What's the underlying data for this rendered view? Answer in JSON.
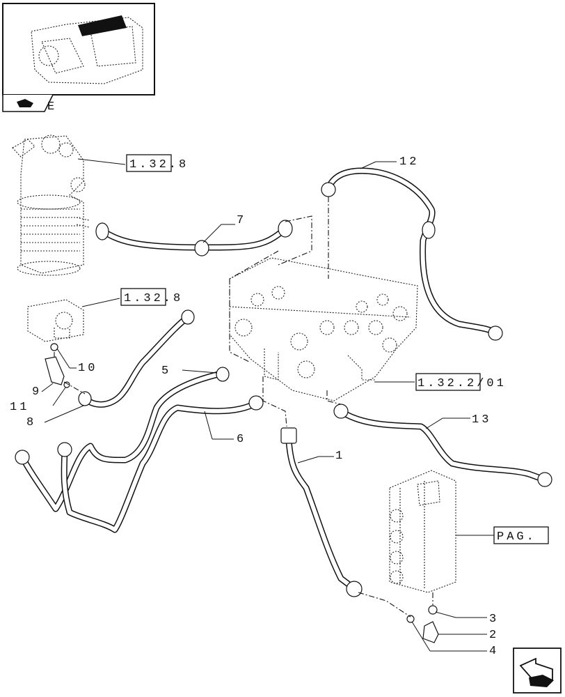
{
  "thumbnail": {
    "corner_label": "E"
  },
  "references": {
    "ref_top": "1.32.8",
    "ref_mid": "1.32.8",
    "ref_valve": "1.32.2/01",
    "ref_pag": "PAG."
  },
  "callouts": {
    "c1": "1",
    "c2": "2",
    "c3": "3",
    "c4": "4",
    "c5": "5",
    "c6": "6",
    "c7": "7",
    "c8": "8",
    "c9": "9",
    "c10": "10",
    "c11": "11",
    "c12": "12",
    "c13": "13"
  },
  "nav": {
    "next_icon": "next-page-arrow-icon"
  }
}
